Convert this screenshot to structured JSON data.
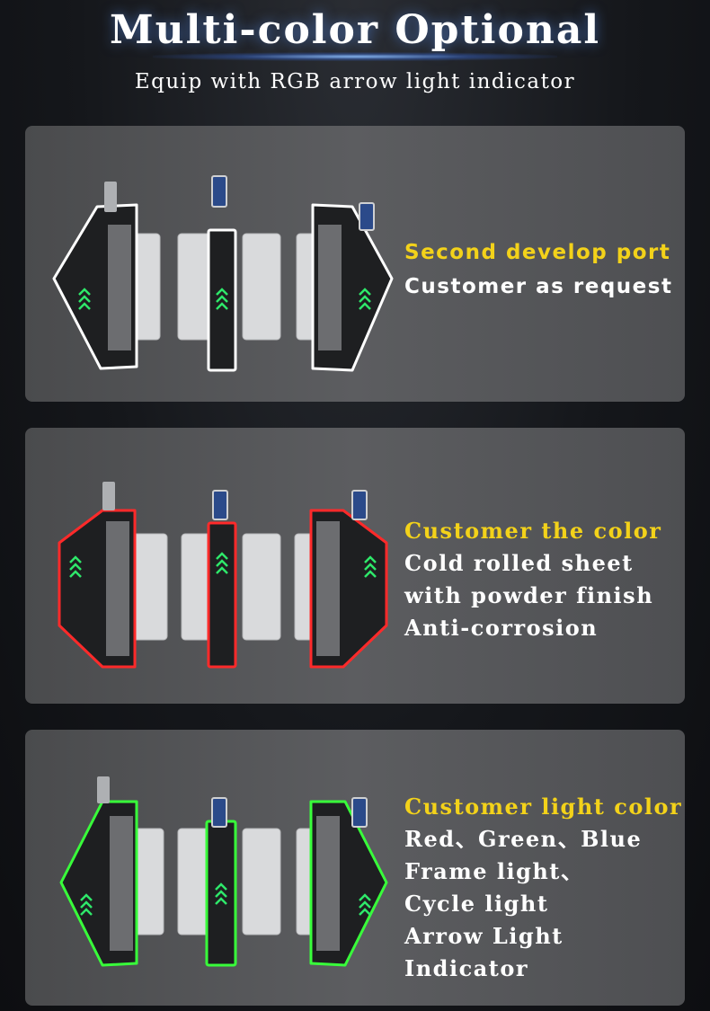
{
  "header": {
    "title": "Multi-color Optional",
    "subtitle": "Equip with RGB arrow light indicator"
  },
  "cards": [
    {
      "frame_color": "#ffffff",
      "heading": "Second develop port",
      "lines": [
        "Customer as request"
      ]
    },
    {
      "frame_color": "#ff2a2a",
      "heading": "Customer the color",
      "lines": [
        "Cold rolled sheet",
        "with powder finish",
        "Anti-corrosion"
      ]
    },
    {
      "frame_color": "#38ff3a",
      "heading": "Customer light color",
      "lines": [
        "Red、Green、Blue",
        "Frame light、",
        "Cycle light",
        "Arrow Light",
        "Indicator"
      ]
    }
  ],
  "colors": {
    "heading": "#f3d21a",
    "arrow_light": "#2ee86a",
    "panel_glass": "#d9dadc"
  },
  "icons": [
    "turnstile-gate-image",
    "face-recognition-terminal-icon",
    "arrow-indicator-icon"
  ]
}
